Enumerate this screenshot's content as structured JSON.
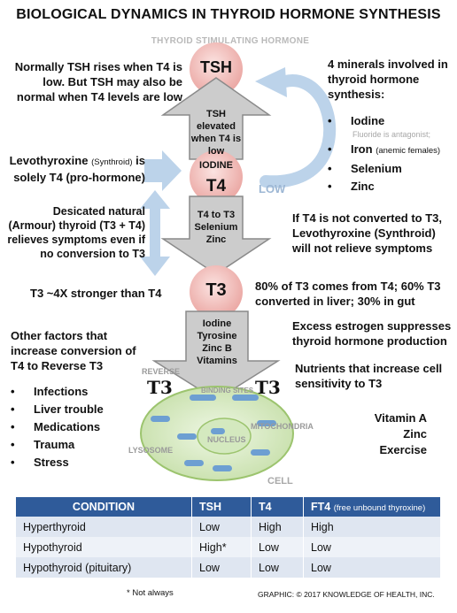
{
  "title": "BIOLOGICAL DYNAMICS IN THYROID HORMONE SYNTHESIS",
  "tsh_label": "THYROID STIMULATING HORMONE",
  "circles": {
    "tsh": "TSH",
    "t4_top": "IODINE",
    "t4": "T4",
    "t3": "T3"
  },
  "arrows": {
    "tsh_arrow": "TSH elevated when T4 is low",
    "t4_to_t3": "T4 to T3 Selenium Zinc",
    "t3_down": "Iodine Tyrosine Zinc B Vitamins",
    "low": "LOW"
  },
  "notes": {
    "tsh_note": "Normally TSH rises when T4 is low. But TSH may also be normal when T4 levels are low",
    "levo_note_a": "Levothyroxine",
    "levo_note_b": "(Synthroid)",
    "levo_note_c": "is solely T4 (pro-hormone)",
    "armour_note": "Desicated natural (Armour) thyroid (T3 + T4) relieves symptoms even if no conversion to T3",
    "t3_strength": "T3 ~4X stronger than T4",
    "not_converted": "If T4 is not converted to T3, Levothyroxine (Synthroid) will not relieve symptoms",
    "eighty_pct": "80% of T3 comes from T4; 60% T3 converted in liver; 30% in gut",
    "estrogen": "Excess estrogen suppresses thyroid hormone production",
    "nutrients": "Nutrients that increase cell sensitivity to T3",
    "nutrient_list": [
      "Vitamin A",
      "Zinc",
      "Exercise"
    ]
  },
  "minerals": {
    "heading": "4 minerals involved in thyroid hormone synthesis:",
    "items": [
      "Iodine",
      "Iron",
      "Selenium",
      "Zinc"
    ],
    "fluoride": "Fluoride is antagonist;",
    "iron_note": "(anemic females)"
  },
  "other_factors": {
    "heading": "Other factors that increase conversion of T4 to Reverse T3",
    "items": [
      "Infections",
      "Liver trouble",
      "Medications",
      "Trauma",
      "Stress"
    ]
  },
  "cell": {
    "reverse": "REVERSE",
    "t3_left": "T3",
    "t3_right": "T3",
    "binding_sites": "BINDING SITES",
    "mitochondria": "MITOCHONDRIA",
    "nucleus": "NUCLEUS",
    "lysosome": "LYSOSOME",
    "cell": "CELL"
  },
  "table": {
    "headers": [
      "CONDITION",
      "TSH",
      "T4",
      "FT4"
    ],
    "ft4_note": "(free unbound thyroxine)",
    "rows": [
      [
        "Hyperthyroid",
        "Low",
        "High",
        "High"
      ],
      [
        "Hypothyroid",
        "High*",
        "Low",
        "Low"
      ],
      [
        "Hypothyroid (pituitary)",
        "Low",
        "Low",
        "Low"
      ]
    ]
  },
  "footnote": "* Not always",
  "credit": "GRAPHIC: © 2017 KNOWLEDGE OF HEALTH, INC.",
  "colors": {
    "circle_fill": "#f4c9c6",
    "arrow_fill": "#cfcfcf",
    "blue_arrow": "#bcd3ea",
    "cell_fill": "#dcecc9",
    "table_header": "#2f5b9a"
  }
}
